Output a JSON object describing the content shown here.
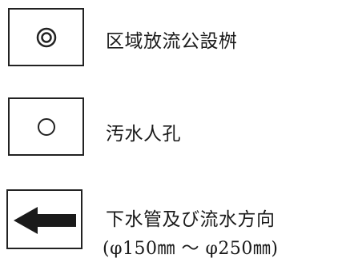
{
  "legend": {
    "items": [
      {
        "icon": "double-circle-icon",
        "label": "区域放流公設桝"
      },
      {
        "icon": "circle-icon",
        "label": "汚水人孔"
      },
      {
        "icon": "left-arrow-icon",
        "label": "下水管及び流水方向",
        "sublabel": "(φ150㎜ ～ φ250㎜)"
      }
    ]
  }
}
